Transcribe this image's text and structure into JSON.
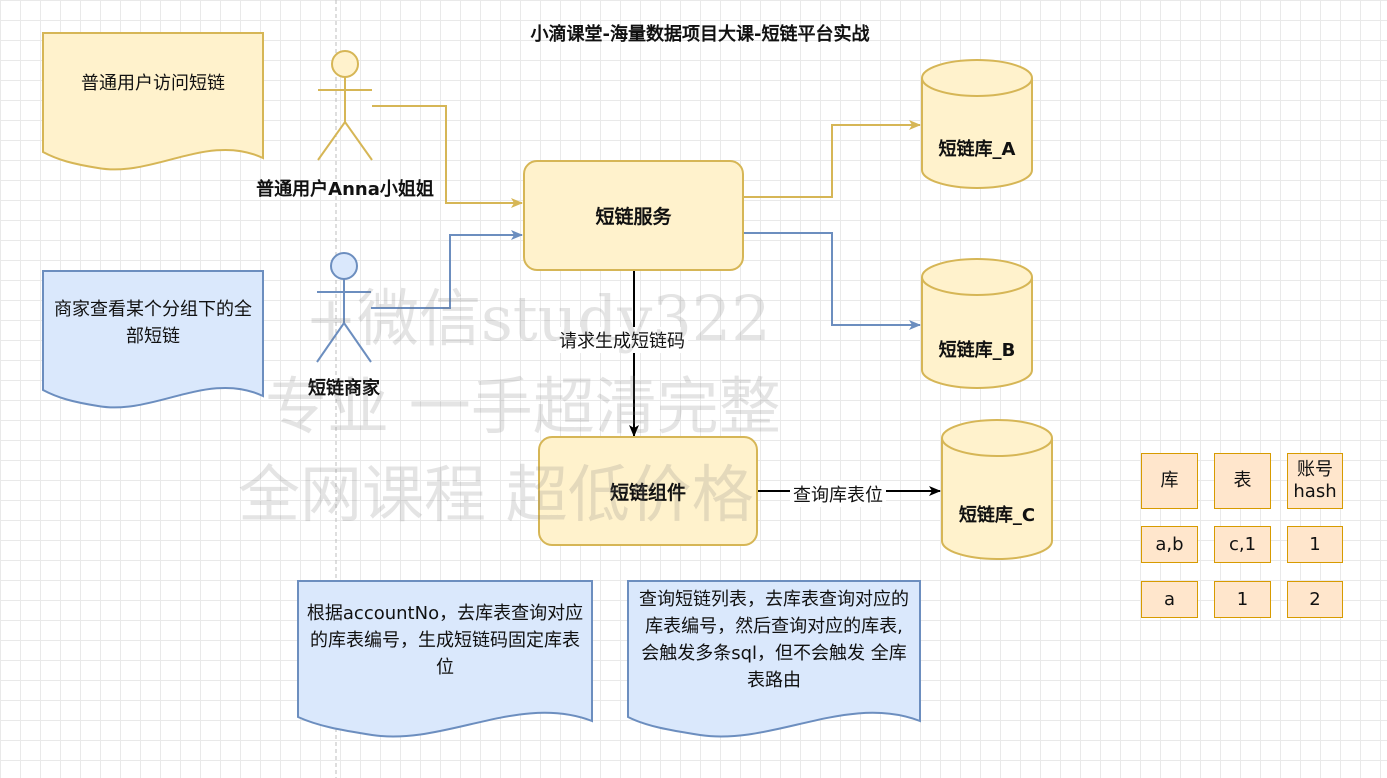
{
  "title": "小滴课堂-海量数据项目大课-短链平台实战",
  "documents": {
    "user_visit": "普通用户访问短链",
    "merchant_view": "商家查看某个分组下的全部短链",
    "account_rule": "根据accountNo，去库表查询对应的库表编号，生成短链码固定库表位",
    "query_rule": "查询短链列表，去库表查询对应的库表编号，然后查询对应的库表, 会触发多条sql，但不会触发 全库表路由"
  },
  "actors": {
    "user": "普通用户Anna小姐姐",
    "merchant": "短链商家"
  },
  "services": {
    "link_service": "短链服务",
    "link_component": "短链组件"
  },
  "databases": {
    "a": "短链库_A",
    "b": "短链库_B",
    "c": "短链库_C"
  },
  "edge_labels": {
    "generate": "请求生成短链码",
    "query": "查询库表位"
  },
  "table": {
    "headers": [
      "库",
      "表",
      "账号hash"
    ],
    "rows": [
      [
        "a,b",
        "c,1",
        "1"
      ],
      [
        "a",
        "1",
        "2"
      ]
    ]
  },
  "watermark": [
    "+微信study322",
    "专业 一手超清完整",
    "全网课程 超低价格"
  ],
  "colors": {
    "yellow_fill": "#fff2cc",
    "yellow_stroke": "#d6b656",
    "blue_fill": "#dae8fc",
    "blue_stroke": "#6c8ebf",
    "orange_fill": "#ffe6cc",
    "orange_stroke": "#d79b00"
  }
}
